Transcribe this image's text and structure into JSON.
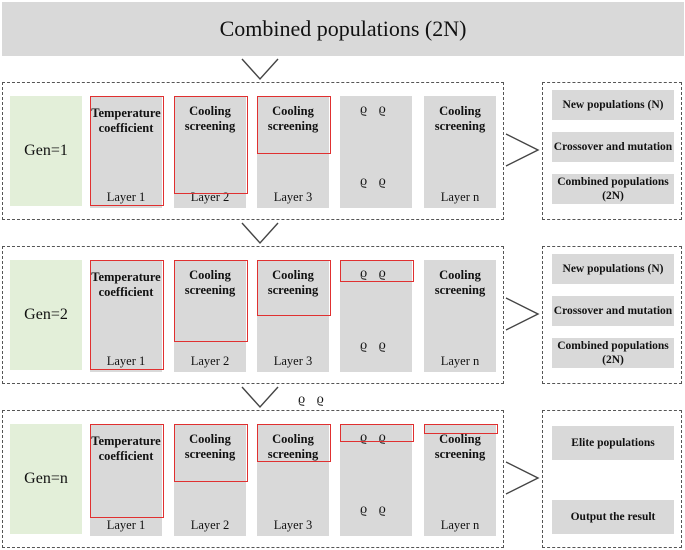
{
  "header": {
    "title": "Combined populations (2N)"
  },
  "gens": [
    {
      "label": "Gen=1",
      "layers": [
        {
          "title": "Temperature coefficient",
          "foot": "Layer 1"
        },
        {
          "title": "Cooling screening",
          "foot": "Layer 2"
        },
        {
          "title": "Cooling screening",
          "foot": "Layer 3"
        },
        {
          "title": "",
          "foot": "",
          "dots_top": "ϱ ϱ",
          "dots_bottom": "ϱ ϱ"
        },
        {
          "title": "Cooling screening",
          "foot": "Layer n"
        }
      ],
      "side": [
        "New populations (N)",
        "Crossover and mutation",
        "Combined populations (2N)"
      ]
    },
    {
      "label": "Gen=2",
      "layers": [
        {
          "title": "Temperature coefficient",
          "foot": "Layer 1"
        },
        {
          "title": "Cooling screening",
          "foot": "Layer 2"
        },
        {
          "title": "Cooling screening",
          "foot": "Layer 3"
        },
        {
          "title": "",
          "foot": "",
          "dots_top": "ϱ ϱ",
          "dots_bottom": "ϱ ϱ"
        },
        {
          "title": "Cooling screening",
          "foot": "Layer n"
        }
      ],
      "side": [
        "New populations (N)",
        "Crossover and mutation",
        "Combined populations (2N)"
      ]
    },
    {
      "label": "Gen=n",
      "layers": [
        {
          "title": "Temperature coefficient",
          "foot": "Layer 1"
        },
        {
          "title": "Cooling screening",
          "foot": "Layer 2"
        },
        {
          "title": "Cooling screening",
          "foot": "Layer 3"
        },
        {
          "title": "",
          "foot": "",
          "dots_top": "ϱ ϱ",
          "dots_bottom": "ϱ ϱ"
        },
        {
          "title": "Cooling screening",
          "foot": "Layer n"
        }
      ],
      "side": [
        "Elite populations",
        "Output the result"
      ]
    }
  ],
  "between_dots": "ϱ ϱ",
  "colors": {
    "box_fill": "#d9d9d9",
    "gen_fill": "#e3efd9",
    "highlight": "#e03030"
  }
}
